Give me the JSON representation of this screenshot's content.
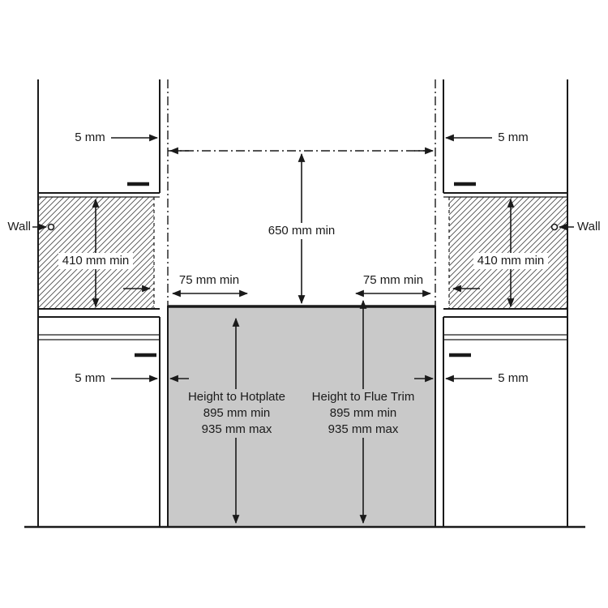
{
  "colors": {
    "line": "#1a1a1a",
    "cooker_fill": "#c9c9c9",
    "background": "#ffffff"
  },
  "labels": {
    "wall_left": "Wall",
    "wall_right": "Wall",
    "gap_top_left": "5 mm",
    "gap_top_right": "5 mm",
    "gap_bottom_left": "5 mm",
    "gap_bottom_right": "5 mm",
    "side_clearance_left": "410 mm min",
    "side_clearance_right": "410 mm min",
    "height_clearance": "650 mm min",
    "hob_clearance_left": "75 mm min",
    "hob_clearance_right": "75 mm min"
  },
  "hotplate": {
    "title": "Height to Hotplate",
    "min": "895 mm min",
    "max": "935 mm max"
  },
  "flue_trim": {
    "title": "Height to Flue Trim",
    "min": "895 mm min",
    "max": "935 mm max"
  }
}
